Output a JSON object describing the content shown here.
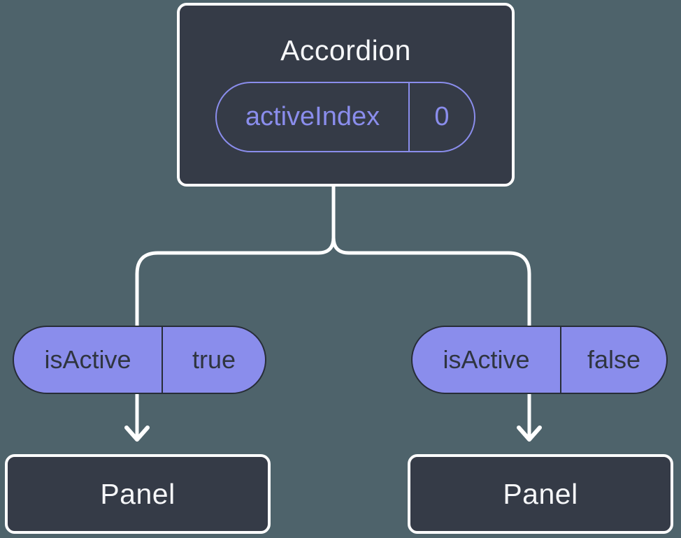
{
  "colors": {
    "background": "#4e636b",
    "node-fill": "#353b47",
    "node-border": "#ffffff",
    "node-text": "#f6f7f9",
    "purple": "#8a8dec",
    "pill-dark-border": "#272d37",
    "pill-dark-text": "#2f3540",
    "connector": "#ffffff"
  },
  "tree": {
    "root": {
      "title": "Accordion",
      "prop": {
        "name": "activeIndex",
        "value": "0"
      }
    },
    "children": [
      {
        "prop": {
          "name": "isActive",
          "value": "true"
        },
        "node": {
          "title": "Panel"
        }
      },
      {
        "prop": {
          "name": "isActive",
          "value": "false"
        },
        "node": {
          "title": "Panel"
        }
      }
    ]
  }
}
